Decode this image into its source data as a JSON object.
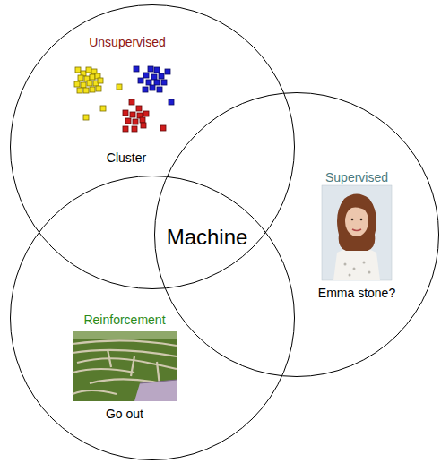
{
  "diagram": {
    "nodes": [
      {
        "text": [
          "Unsupervised",
          "Cluster"
        ]
      },
      {
        "text": [
          "Supervised",
          "Emma stone?"
        ]
      },
      {
        "text": [
          "Reinforcement",
          "Go out"
        ]
      }
    ],
    "labels": [
      "Machine"
    ]
  }
}
